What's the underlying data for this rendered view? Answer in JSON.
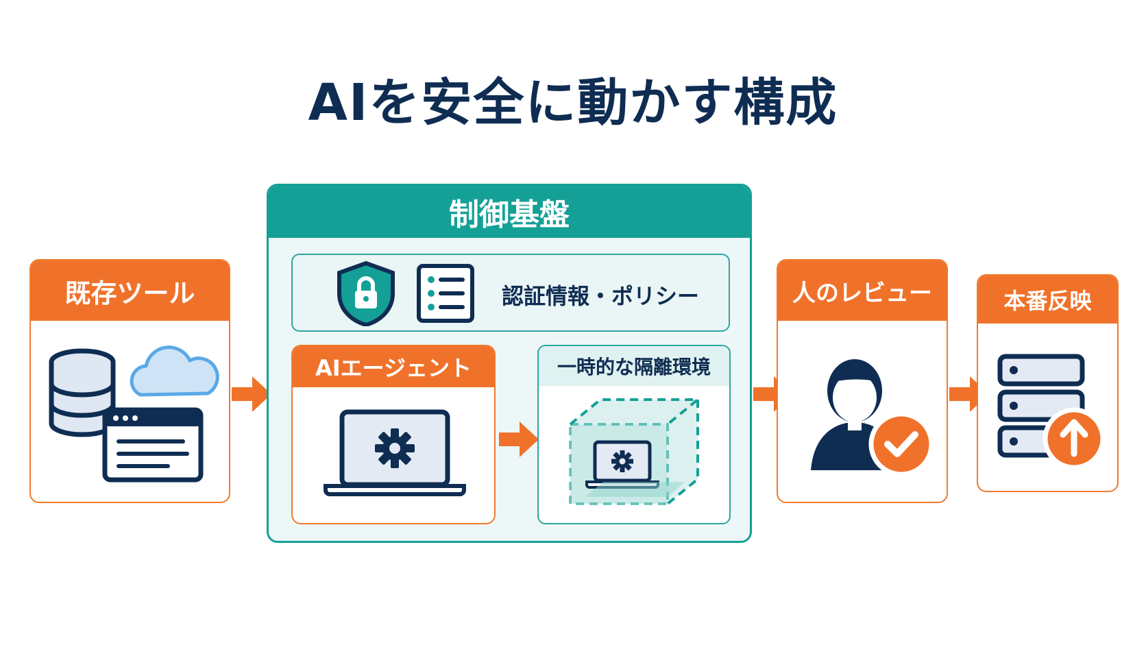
{
  "title": "AIを安全に動かす構成",
  "existing_tools": {
    "label": "既存ツール"
  },
  "control_platform": {
    "label": "制御基盤",
    "credentials": {
      "label": "認証情報・ポリシー"
    },
    "ai_agent": {
      "label": "AIエージェント"
    },
    "isolated_env": {
      "label": "一時的な隔離環境"
    }
  },
  "human_review": {
    "label": "人のレビュー"
  },
  "production": {
    "label": "本番反映"
  },
  "colors": {
    "navy": "#0f2d52",
    "orange": "#f0722a",
    "teal": "#14a096",
    "light_teal_bg": "#eef7f7",
    "cloud_blue": "#5aa9e6"
  },
  "icons": [
    "database-icon",
    "cloud-icon",
    "browser-window-icon",
    "shield-lock-icon",
    "checklist-icon",
    "laptop-gear-icon",
    "sandbox-cube-icon",
    "person-icon",
    "checkmark-badge-icon",
    "server-icon",
    "upload-arrow-icon",
    "flow-arrow-icon"
  ]
}
